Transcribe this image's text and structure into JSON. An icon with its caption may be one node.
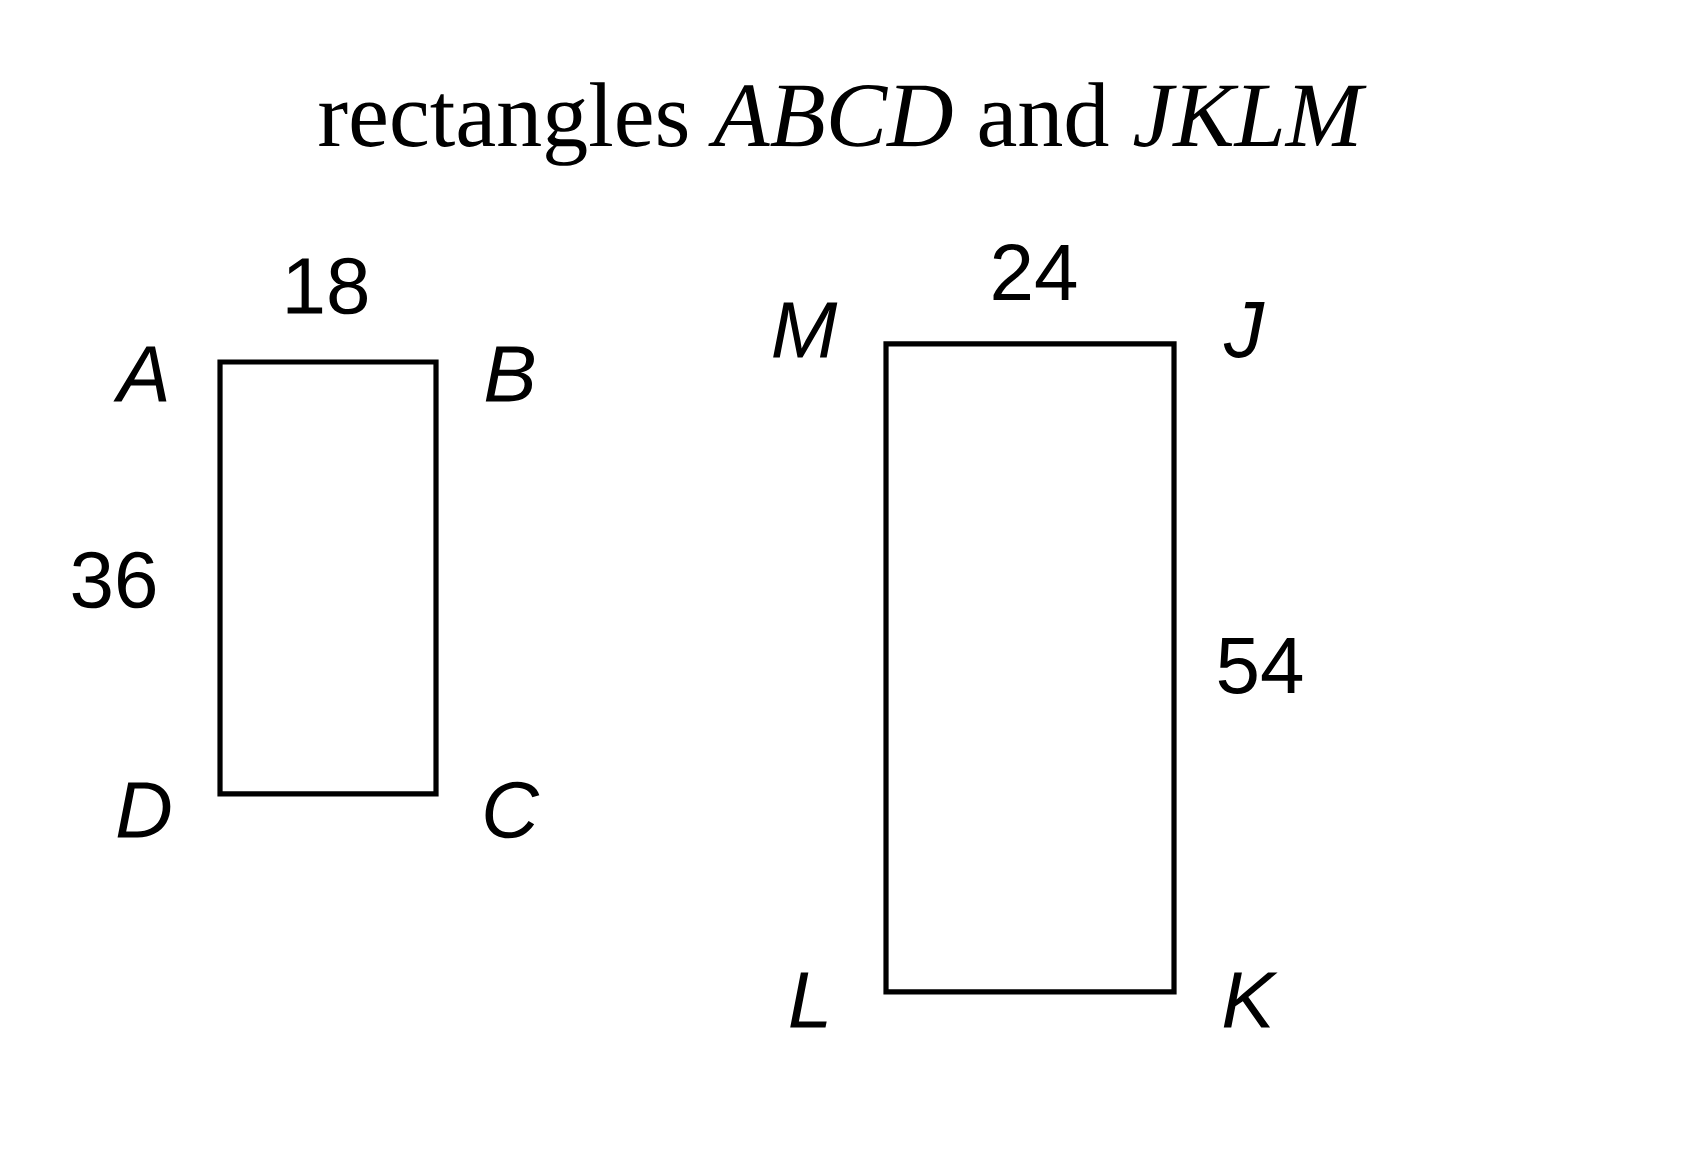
{
  "diagram": {
    "title": "rectangles *ABCD* and *JKLM*",
    "nodes": [
      {
        "text": [],
        "shape": "box"
      },
      {
        "text": [],
        "shape": "box"
      }
    ],
    "labels": [
      "18",
      "24",
      "A",
      "M",
      "J",
      "B",
      "36",
      "54",
      "D",
      "C",
      "L",
      "K"
    ]
  }
}
